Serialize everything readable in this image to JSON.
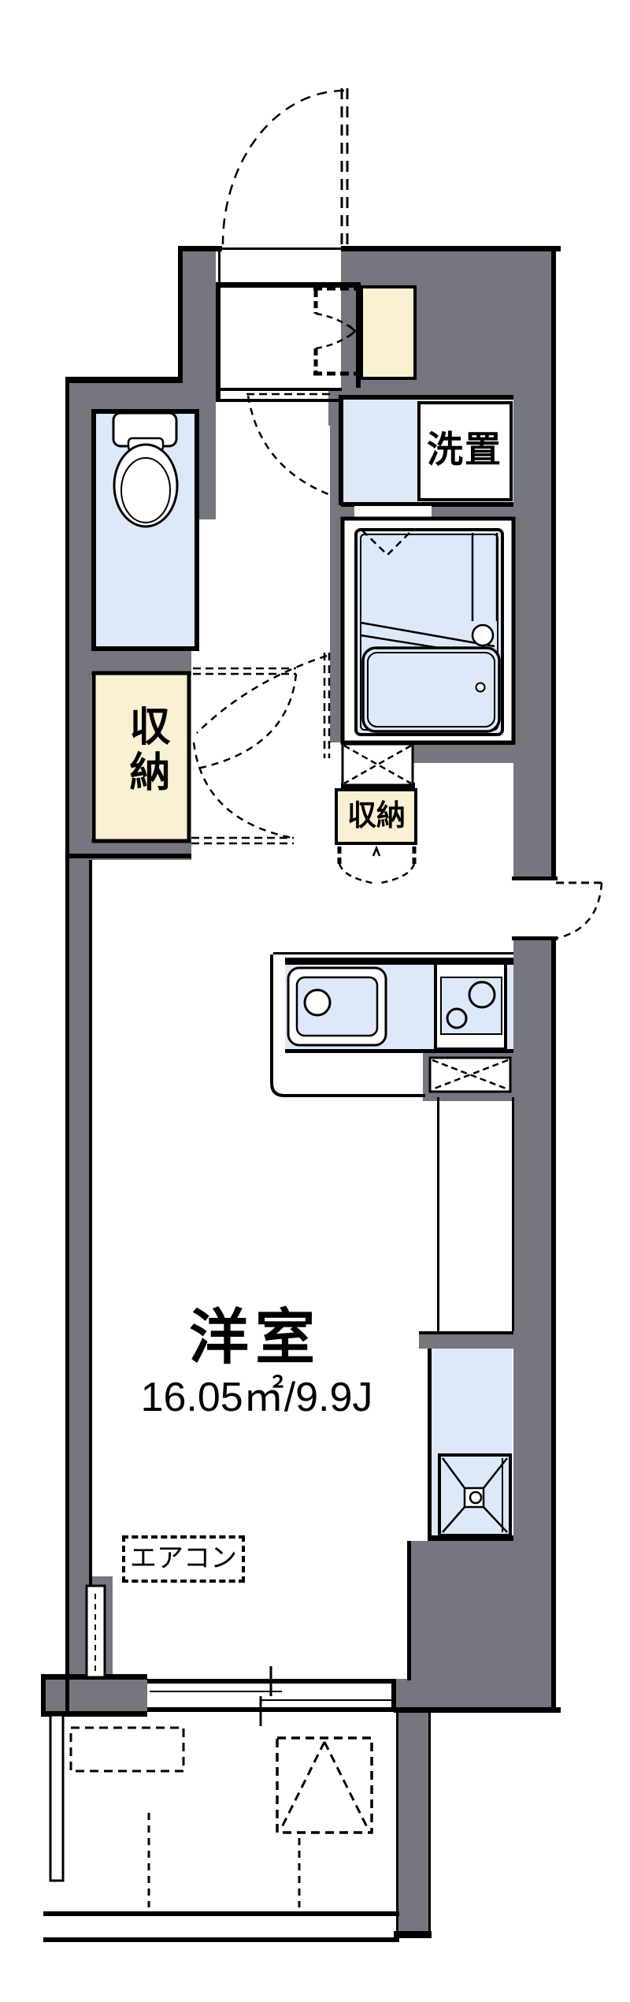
{
  "floorplan": {
    "type": "apartment-floor-plan",
    "labels": {
      "laundry": "洗置",
      "storage_left": "収納",
      "storage_small": "収納",
      "room_name": "洋室",
      "room_area": "16.05㎡/9.9J",
      "aircon": "エアコン"
    },
    "room_area_sqm": "16.05",
    "room_area_jo": "9.9",
    "colors": {
      "wall": "#76767E",
      "wet_area": "#DDE9F8",
      "storage": "#FBF0D4",
      "line": "#000000",
      "background": "#FFFFFF"
    }
  }
}
